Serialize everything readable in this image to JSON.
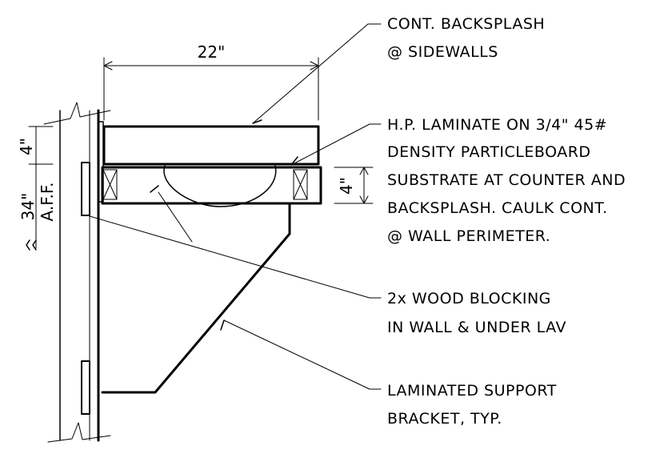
{
  "colors": {
    "ink": "#000000",
    "background": "#ffffff"
  },
  "dimensions": {
    "counter_depth": "22\"",
    "backsplash_height": "4\"",
    "counter_thickness": "4\"",
    "mount_height": "34\"",
    "mount_ref": "A.F.F."
  },
  "callouts": {
    "backsplash": {
      "line1": "CONT. BACKSPLASH",
      "line2": "@ SIDEWALLS"
    },
    "laminate": {
      "line1": "H.P. LAMINATE ON 3/4\" 45#",
      "line2": "DENSITY PARTICLEBOARD",
      "line3": "SUBSTRATE AT COUNTER AND",
      "line4": "BACKSPLASH.  CAULK CONT.",
      "line5": "@ WALL PERIMETER."
    },
    "blocking": {
      "line1": "2x WOOD BLOCKING",
      "line2": "IN WALL & UNDER LAV"
    },
    "bracket": {
      "line1": "LAMINATED SUPPORT",
      "line2": "BRACKET, TYP."
    }
  }
}
